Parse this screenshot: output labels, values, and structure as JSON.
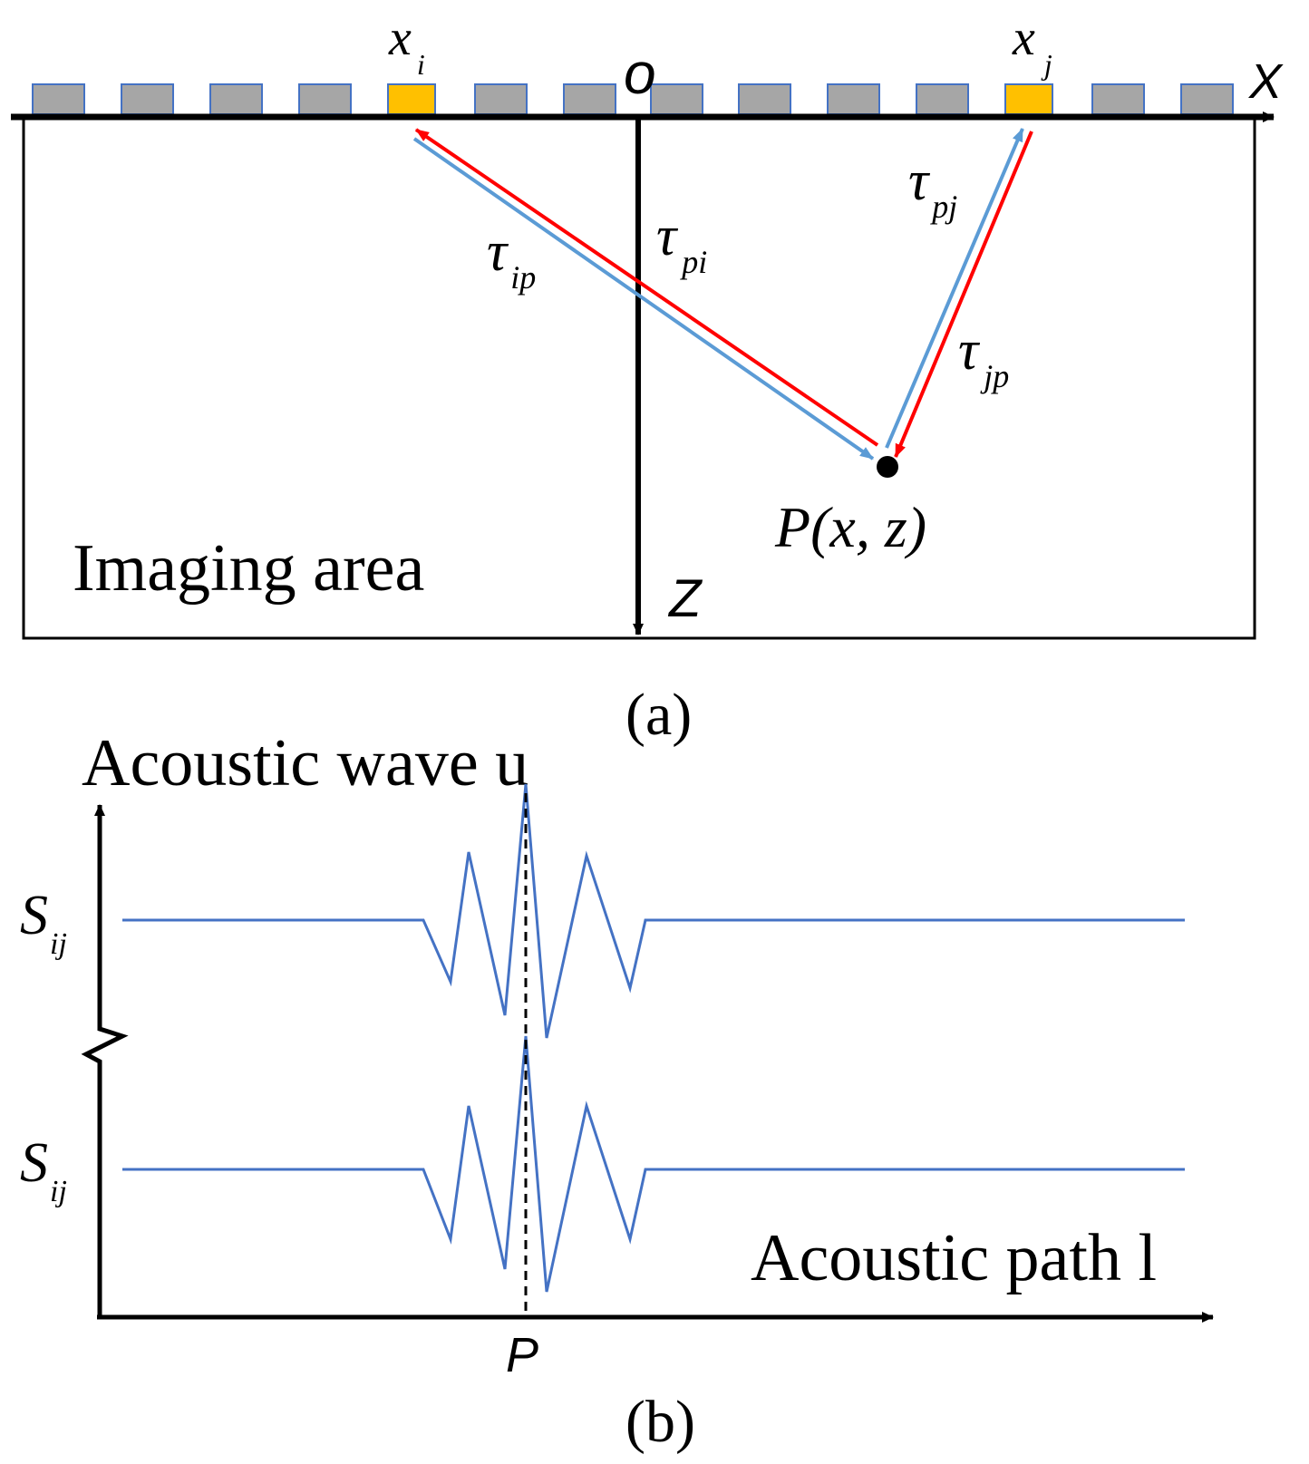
{
  "panel_a": {
    "x_axis_label": "X",
    "z_axis_label": "Z",
    "origin_label": "o",
    "element_i_label": "x",
    "element_i_sub": "i",
    "element_j_label": "x",
    "element_j_sub": "j",
    "tau_ip": {
      "symbol": "τ",
      "sub": "ip"
    },
    "tau_pi": {
      "symbol": "τ",
      "sub": "pi"
    },
    "tau_pj": {
      "symbol": "τ",
      "sub": "pj"
    },
    "tau_jp": {
      "symbol": "τ",
      "sub": "jp"
    },
    "point_label": "P(x, z)",
    "area_label": "Imaging area",
    "caption": "(a)",
    "colors": {
      "element": "#a6a6a6",
      "active_element": "#ffc000",
      "element_border": "#4472c4",
      "transmit_path": "#5b9bd5",
      "receive_path": "#ff0000"
    }
  },
  "panel_b": {
    "y_axis_label": "Acoustic wave u",
    "x_axis_label": "Acoustic path l",
    "signal_labels": [
      {
        "symbol": "S",
        "sub": "ij"
      },
      {
        "symbol": "S",
        "sub": "ij"
      }
    ],
    "peak_label": "P",
    "caption": "(b)",
    "colors": {
      "signal": "#4472c4"
    }
  }
}
